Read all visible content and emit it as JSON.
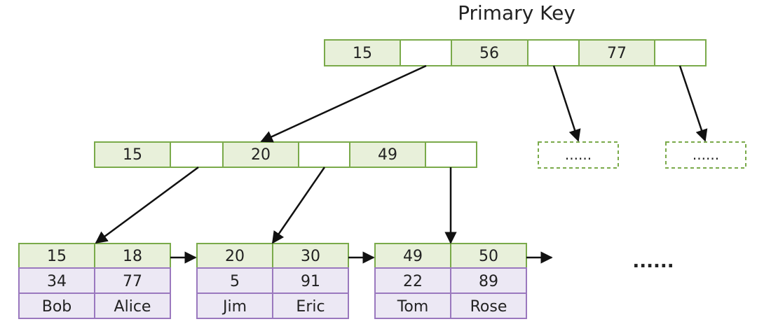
{
  "title": "Primary Key",
  "root": {
    "keys": [
      "15",
      "56",
      "77"
    ]
  },
  "internal": {
    "keys": [
      "15",
      "20",
      "49"
    ]
  },
  "placeholders": [
    "......",
    "......"
  ],
  "leaves": [
    {
      "keys": [
        "15",
        "18"
      ],
      "ages": [
        "34",
        "77"
      ],
      "names": [
        "Bob",
        "Alice"
      ]
    },
    {
      "keys": [
        "20",
        "30"
      ],
      "ages": [
        "5",
        "91"
      ],
      "names": [
        "Jim",
        "Eric"
      ]
    },
    {
      "keys": [
        "49",
        "50"
      ],
      "ages": [
        "22",
        "89"
      ],
      "names": [
        "Tom",
        "Rose"
      ]
    }
  ],
  "trailing": "......",
  "colors": {
    "key_fill": "#e8f0da",
    "key_border": "#7aaa4a",
    "row_fill": "#ece8f4",
    "row_border": "#9a78be",
    "arrow": "#111111"
  }
}
